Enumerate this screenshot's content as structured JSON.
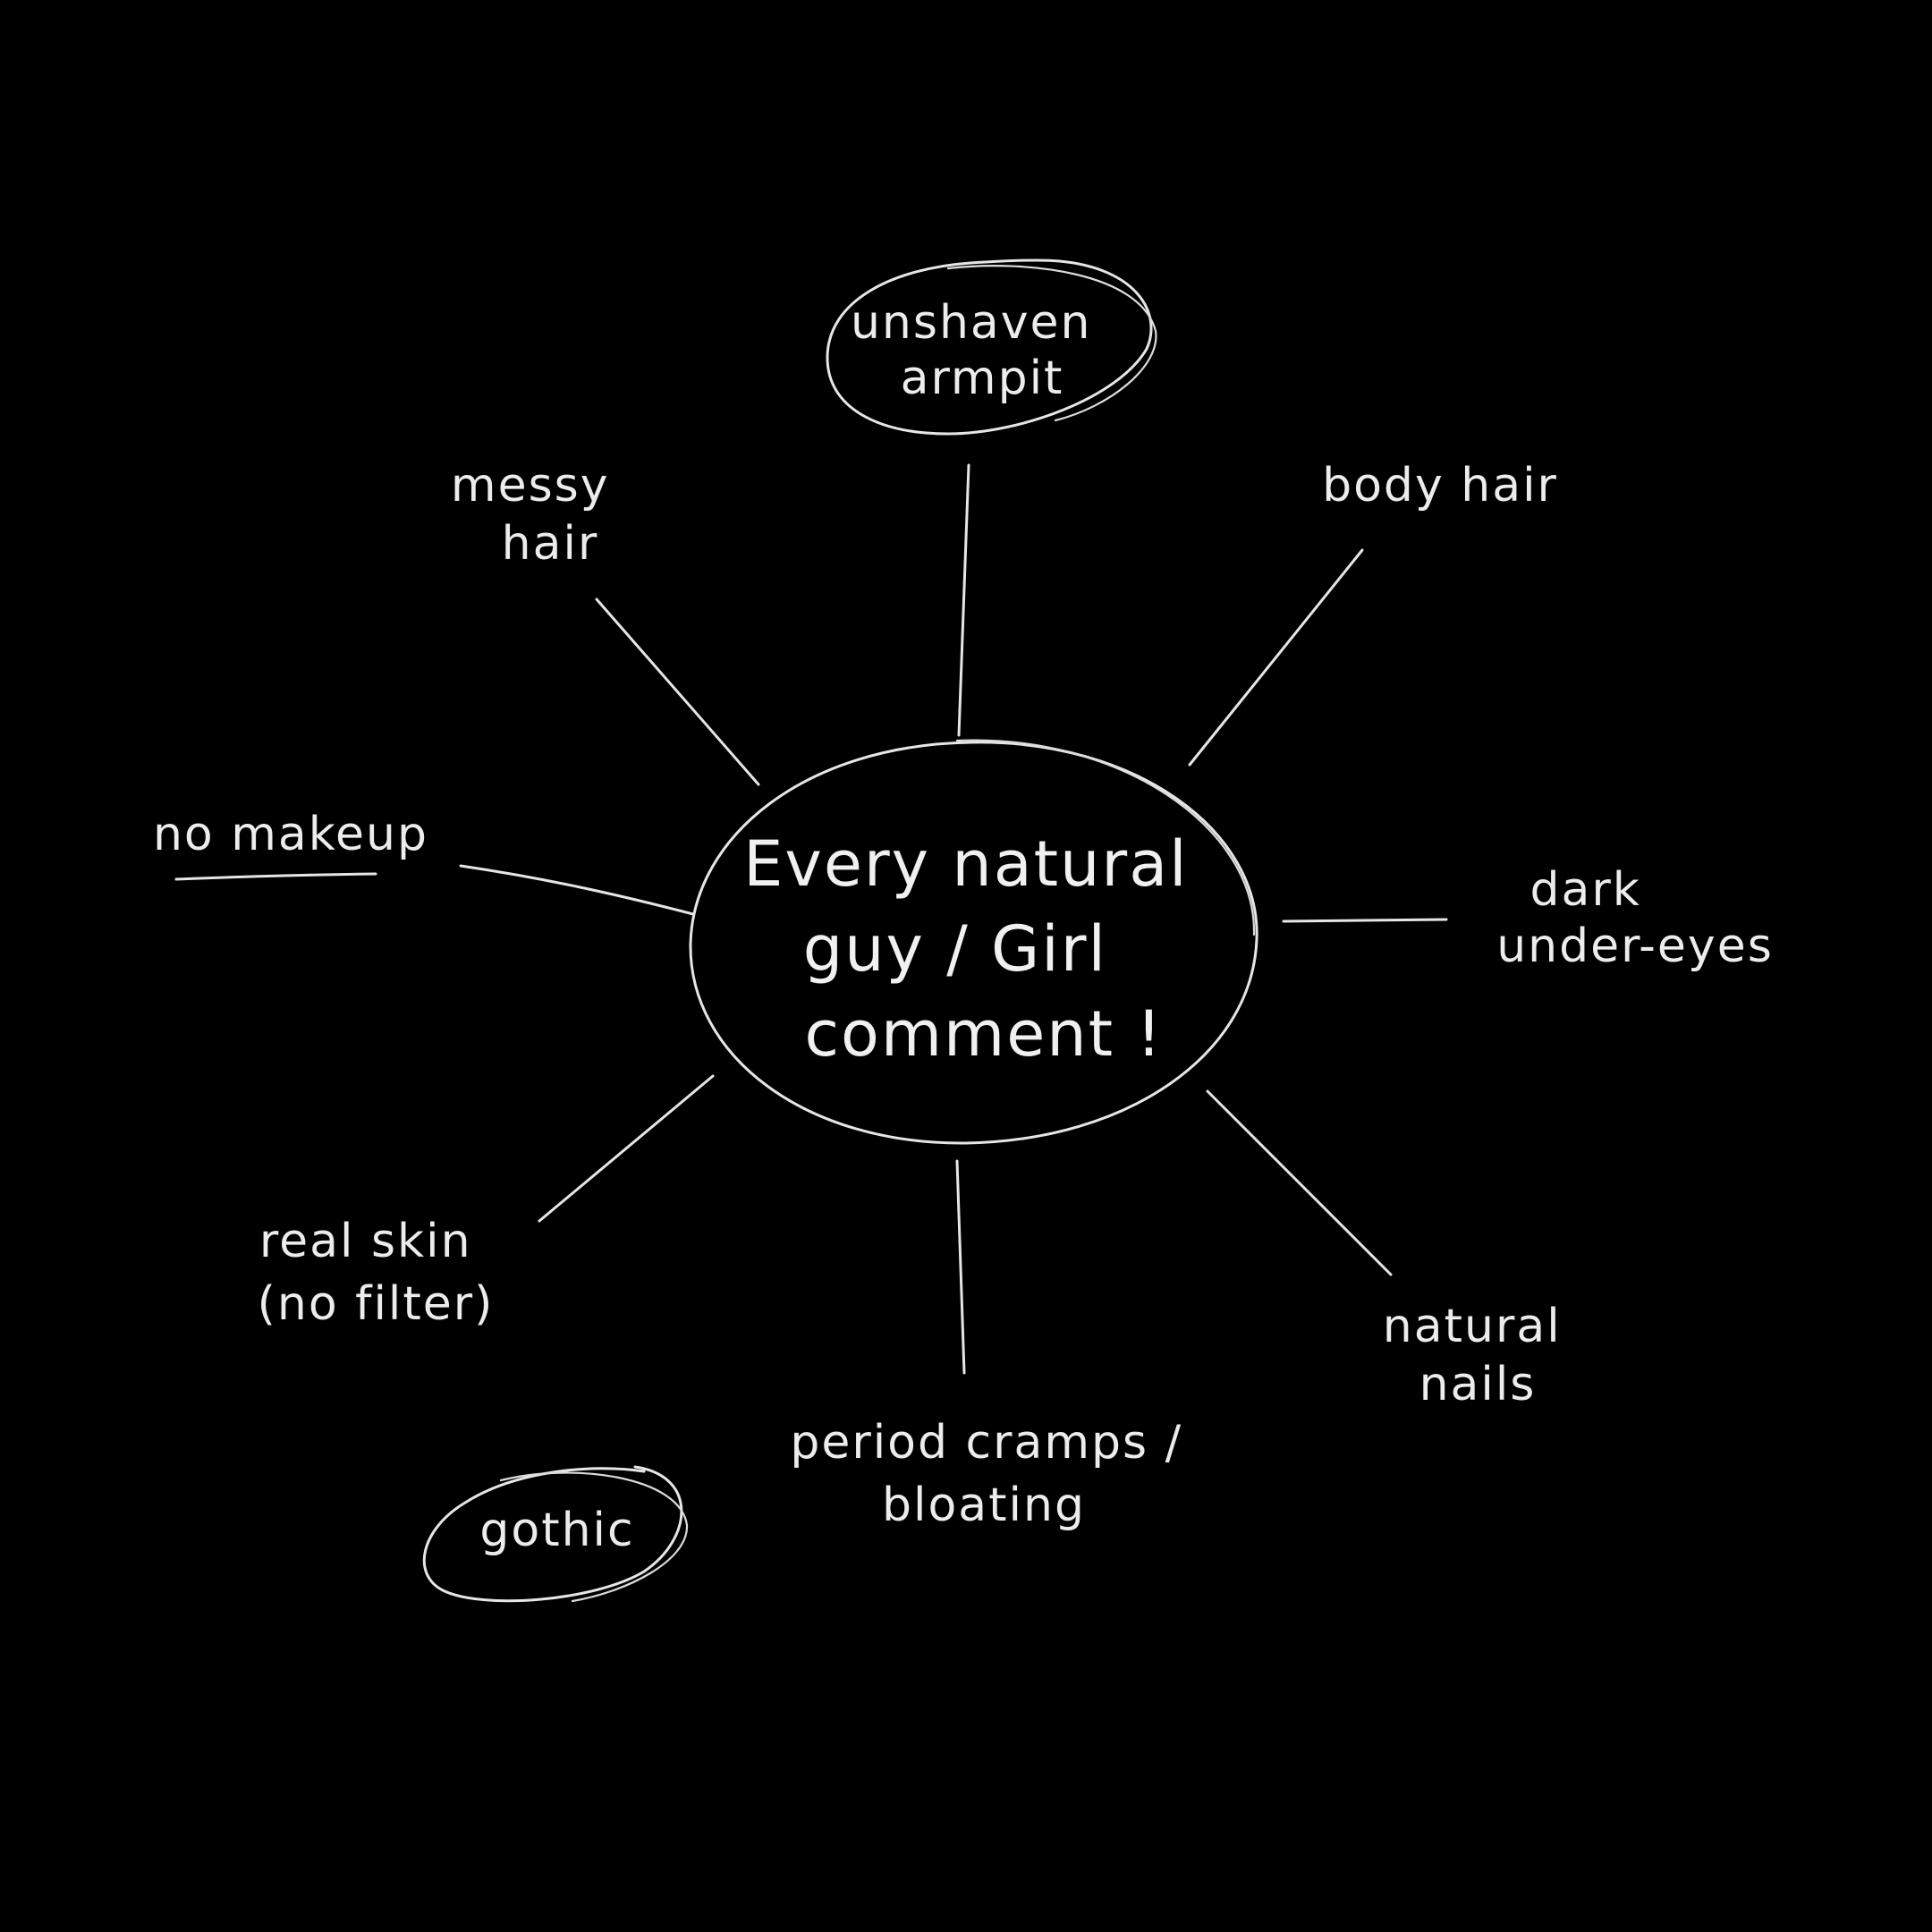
{
  "diagram": {
    "center": {
      "lines": [
        "Every natural",
        "guy / Girl",
        "comment !"
      ]
    },
    "nodes": {
      "unshaven_armpit": {
        "lines": [
          "unshaven",
          "armpit"
        ]
      },
      "body_hair": {
        "lines": [
          "body  hair"
        ]
      },
      "dark_under_eyes": {
        "lines": [
          "dark",
          "under-eyes"
        ]
      },
      "natural_nails": {
        "lines": [
          "natural",
          "nails"
        ]
      },
      "period_cramps": {
        "lines": [
          "period  cramps /",
          "bloating"
        ]
      },
      "real_skin": {
        "lines": [
          "real  skin",
          "(no  filter)"
        ]
      },
      "no_makeup": {
        "lines": [
          "no  makeup"
        ]
      },
      "messy_hair": {
        "lines": [
          "messy",
          "hair"
        ]
      },
      "gothic": {
        "lines": [
          "gothic"
        ]
      }
    },
    "colors": {
      "background": "#000000",
      "ink": "#e6e6e6"
    }
  }
}
